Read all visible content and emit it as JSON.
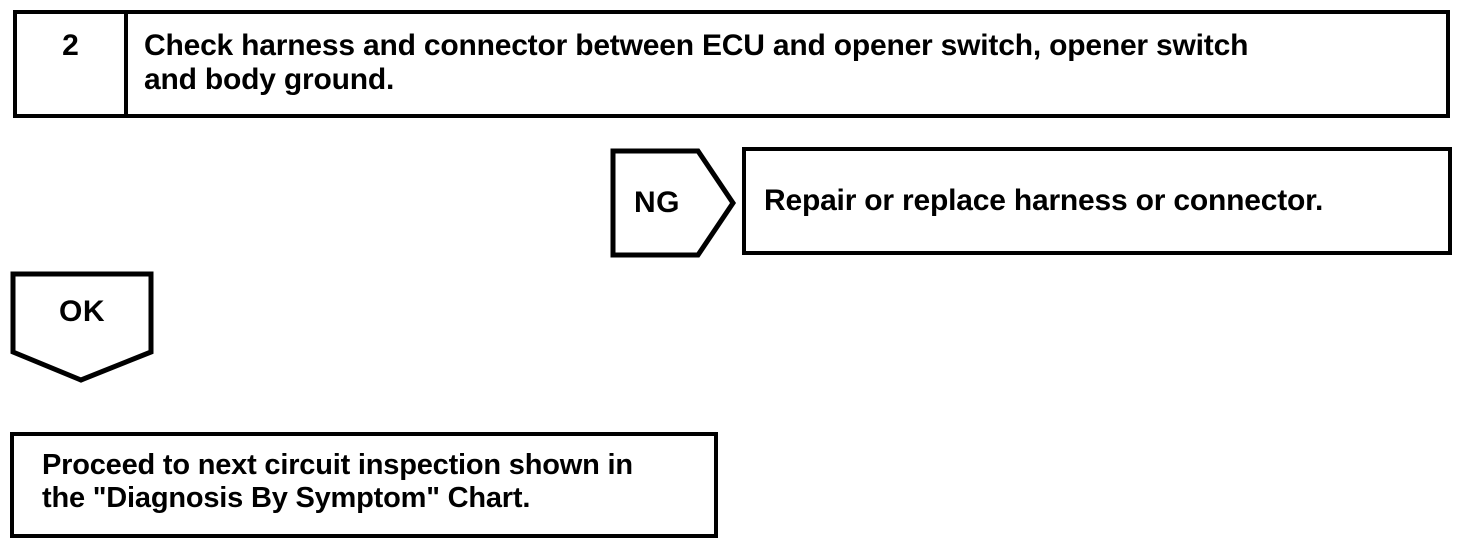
{
  "page": {
    "background_color": "#ffffff",
    "ink_color": "#000000"
  },
  "flowchart": {
    "step": {
      "number": "2",
      "instruction_lines": [
        "Check harness and connector between ECU and opener switch, opener switch",
        "and body ground."
      ]
    },
    "ng_branch": {
      "label": "NG",
      "action": "Repair or replace harness or connector."
    },
    "ok_branch": {
      "label": "OK",
      "action_lines": [
        "Proceed to next circuit inspection shown in",
        "the \"Diagnosis By Symptom\" Chart."
      ]
    }
  }
}
